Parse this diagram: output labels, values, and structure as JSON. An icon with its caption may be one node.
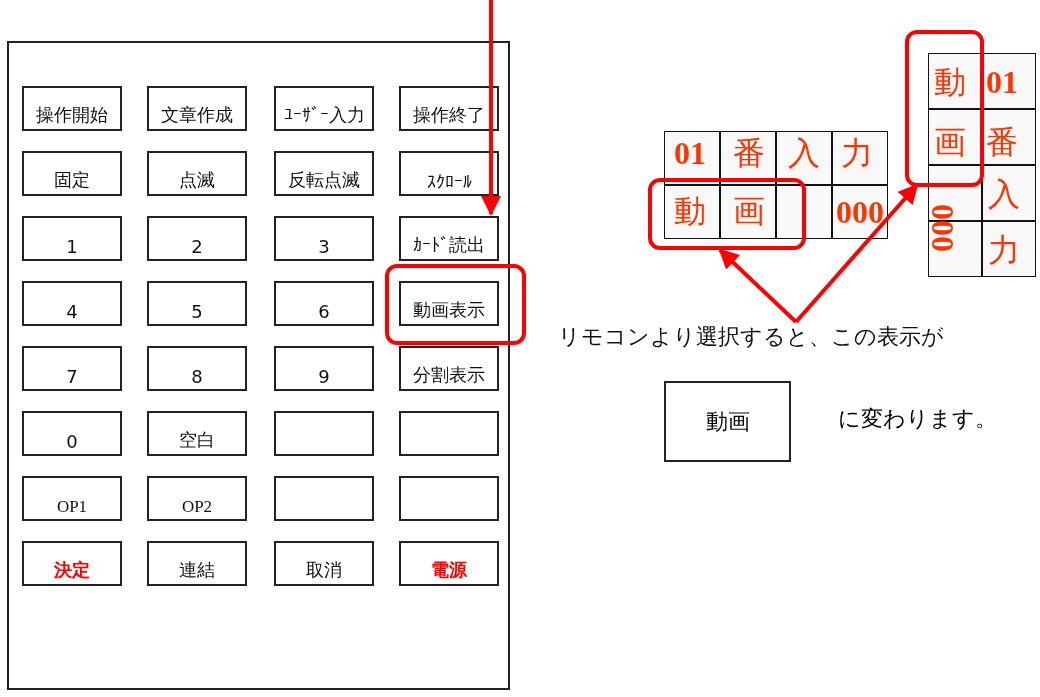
{
  "diagram": {
    "nodes": [
      {
        "text": [],
        "shape": "box"
      },
      {
        "text": [
          "操作開始"
        ],
        "in": 0
      },
      {
        "text": [
          "文章作成"
        ],
        "in": 0
      },
      {
        "text": [
          "ﾕｰｻﾞｰ入力"
        ],
        "in": 0
      },
      {
        "text": [
          "操作終了"
        ],
        "in": 0
      },
      {
        "text": [
          "固定"
        ],
        "in": 0
      },
      {
        "text": [
          "点滅"
        ],
        "in": 0
      },
      {
        "text": [
          "反転点滅"
        ],
        "in": 0
      },
      {
        "text": [
          "ｽｸﾛｰﾙ"
        ],
        "in": 0
      },
      {
        "text": [
          "1"
        ],
        "in": 0
      },
      {
        "text": [
          "2"
        ],
        "in": 0
      },
      {
        "text": [
          "3"
        ],
        "in": 0
      },
      {
        "text": [
          "ｶｰﾄﾞ読出"
        ],
        "in": 0
      },
      {
        "text": [
          "4"
        ],
        "in": 0
      },
      {
        "text": [
          "5"
        ],
        "in": 0
      },
      {
        "text": [
          "6"
        ],
        "in": 0
      },
      {
        "text": [
          "動画表示"
        ],
        "in": 0
      },
      {
        "text": [
          "7"
        ],
        "in": 0
      },
      {
        "text": [
          "8"
        ],
        "in": 0
      },
      {
        "text": [
          "9"
        ],
        "in": 0
      },
      {
        "text": [
          "分割表示"
        ],
        "in": 0
      },
      {
        "text": [
          "0"
        ],
        "in": 0
      },
      {
        "text": [
          "空白"
        ],
        "in": 0
      },
      {
        "text": [],
        "shape": "box",
        "in": 0
      },
      {
        "text": [],
        "shape": "box",
        "in": 0
      },
      {
        "text": [
          "OP1"
        ],
        "in": 0
      },
      {
        "text": [
          "OP2"
        ],
        "in": 0
      },
      {
        "text": [],
        "shape": "box",
        "in": 0
      },
      {
        "text": [],
        "shape": "box",
        "in": 0
      },
      {
        "text": [
          "決定"
        ],
        "in": 0
      },
      {
        "text": [
          "連結"
        ],
        "in": 0
      },
      {
        "text": [
          "取消"
        ],
        "in": 0
      },
      {
        "text": [
          "電源"
        ],
        "in": 0
      },
      {
        "text": [],
        "shape": "box"
      },
      {
        "text": [],
        "shape": "box"
      },
      {
        "text": [
          "リモコンより選択すると、この表示が"
        ]
      },
      {
        "text": [
          "動画"
        ]
      }
    ],
    "edges": [
      {
        "from": null,
        "to": 12,
        "arrow": "to"
      },
      {
        "from": 35,
        "to": 33,
        "arrow": "to"
      },
      {
        "from": 35,
        "to": 34,
        "arrow": "to"
      }
    ],
    "labels": [
      "01",
      "番",
      "入",
      "力",
      "動",
      "画",
      "000",
      "動",
      "01",
      "画",
      "番",
      "入",
      "000",
      "力",
      "に変わります。"
    ]
  }
}
